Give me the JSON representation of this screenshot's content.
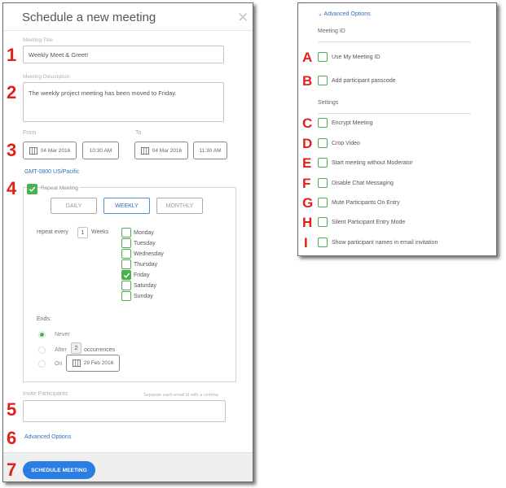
{
  "dialog": {
    "title": "Schedule a new meeting",
    "close_glyph": "✕",
    "meeting_title_label": "Meeting Title",
    "meeting_title_value": "Weekly Meet & Greet!",
    "meeting_description_label": "Meeting Description",
    "meeting_description_value": "The weekly project meeting has been moved to Friday.",
    "from_label": "From",
    "to_label": "To",
    "from_date": "04 Mar 2016",
    "from_time": "10:30 AM",
    "to_date": "04 Mar 2016",
    "to_time": "11:30 AM",
    "timezone_link": "GMT-0800 US/Pacific",
    "repeat_label": "Repeat Meeting",
    "repeat_checked": true,
    "frequency_tabs": [
      {
        "label": "DAILY",
        "active": false
      },
      {
        "label": "WEEKLY",
        "active": true
      },
      {
        "label": "MONTHLY",
        "active": false
      }
    ],
    "repeat_every_label": "repeat every",
    "repeat_every_value": "1",
    "repeat_unit": "Weeks",
    "days": [
      {
        "label": "Monday",
        "checked": false
      },
      {
        "label": "Tuesday",
        "checked": false
      },
      {
        "label": "Wednesday",
        "checked": false
      },
      {
        "label": "Thursday",
        "checked": false
      },
      {
        "label": "Friday",
        "checked": true
      },
      {
        "label": "Saturday",
        "checked": false
      },
      {
        "label": "Sunday",
        "checked": false
      }
    ],
    "ends_label": "Ends:",
    "ends_never": "Never",
    "ends_after": "After",
    "ends_after_count": "2",
    "ends_after_suffix": "occurrences",
    "ends_on": "On",
    "ends_on_date": "29 Feb 2016",
    "ends_selected": "never",
    "invite_label": "Invite Participants",
    "invite_hint": "Separate each email id with a comma",
    "invite_value": "",
    "advanced_link": "Advanced Options",
    "schedule_button": "SCHEDULE MEETING"
  },
  "advanced": {
    "toggle_label": "⌄ Advanced Options",
    "meeting_id_header": "Meeting ID",
    "settings_header": "Settings",
    "options": [
      {
        "marker": "A",
        "label": "Use My Meeting ID",
        "checked": false
      },
      {
        "marker": "B",
        "label": "Add participant passcode",
        "checked": false
      },
      {
        "marker": "C",
        "label": "Encrypt Meeting",
        "checked": false
      },
      {
        "marker": "D",
        "label": "Crop Video",
        "checked": false
      },
      {
        "marker": "E",
        "label": "Start meeting without Moderator",
        "checked": false
      },
      {
        "marker": "F",
        "label": "Disable Chat Messaging",
        "checked": false
      },
      {
        "marker": "G",
        "label": "Mute Participants On Entry",
        "checked": false
      },
      {
        "marker": "H",
        "label": "Silent Participant Entry Mode",
        "checked": false
      },
      {
        "marker": "I",
        "label": "Show participant names in email invitation",
        "checked": false
      }
    ]
  },
  "step_markers": [
    "1",
    "2",
    "3",
    "4",
    "5",
    "6",
    "7"
  ],
  "colors": {
    "accent_blue": "#2a7de1",
    "link_blue": "#2f6fbd",
    "check_green": "#4caf50",
    "marker_red": "#e0211b"
  }
}
